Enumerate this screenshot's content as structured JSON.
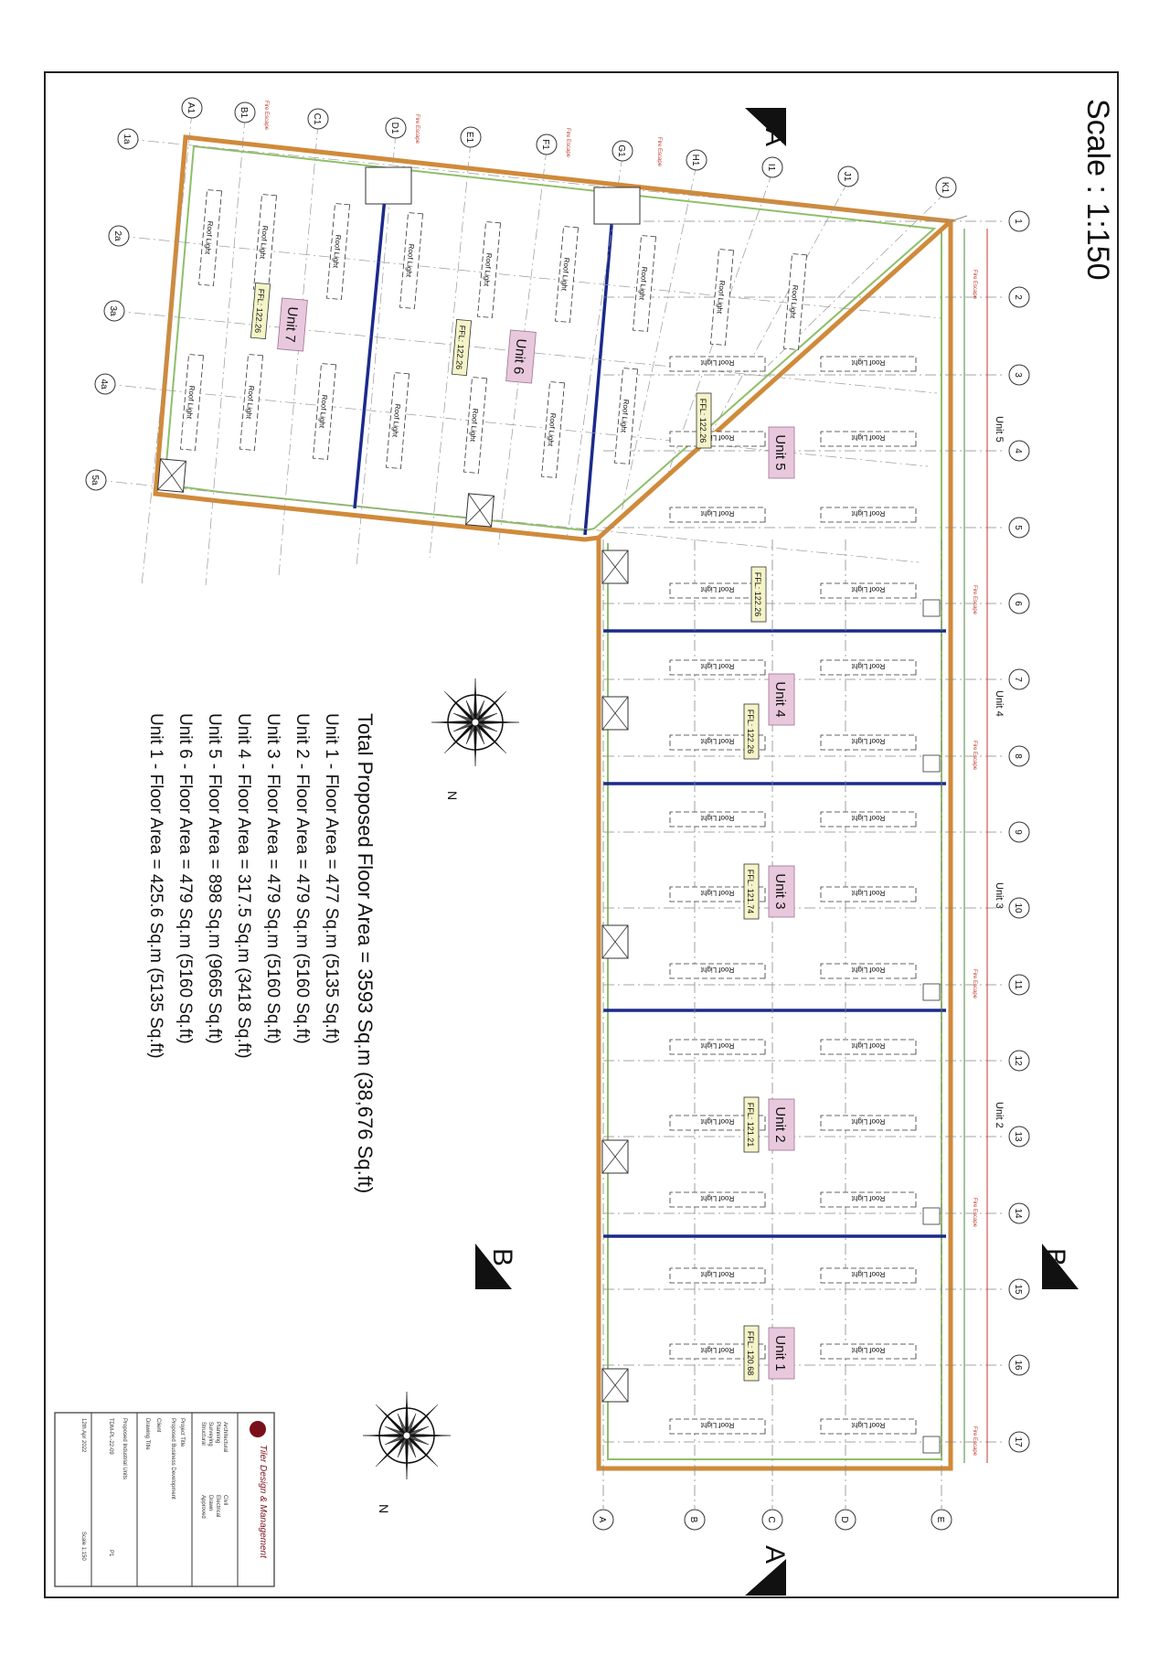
{
  "scale": "Scale : 1:150",
  "total_area": "Total Proposed Floor Area = 3593 Sq.m (38,676 Sq.ft)",
  "unit_areas": [
    "Unit 1 - Floor Area = 477 Sq.m (5135 Sq.ft)",
    "Unit 2 - Floor Area = 479 Sq.m (5160 Sq.ft)",
    "Unit 3 - Floor Area = 479 Sq.m (5160 Sq.ft)",
    "Unit 4 - Floor Area = 317.5 Sq.m (3418 Sq.ft)",
    "Unit 5 - Floor Area = 898 Sq.m (9665 Sq.ft)",
    "Unit 6 - Floor Area = 479 Sq.m (5160 Sq.ft)",
    "Unit 1 - Floor Area = 425.6 Sq.m (5135 Sq.ft)"
  ],
  "section_marks": [
    "A",
    "A",
    "B",
    "B"
  ],
  "grid_numbers": [
    "1",
    "2",
    "3",
    "4",
    "5",
    "6",
    "7",
    "8",
    "9",
    "10",
    "11",
    "12",
    "13",
    "14",
    "15",
    "16",
    "17"
  ],
  "grid_letters_main": [
    "A",
    "B",
    "C",
    "D",
    "E"
  ],
  "grid_letters_wing": [
    "A1",
    "B1",
    "C1",
    "D1",
    "E1",
    "F1",
    "G1",
    "H1",
    "I1",
    "J1",
    "K1"
  ],
  "grid_wing_numbers": [
    "1a",
    "2a",
    "3a",
    "4a",
    "5a"
  ],
  "unit_labels": [
    "Unit 1",
    "Unit 2",
    "Unit 3",
    "Unit 4",
    "Unit 5",
    "Unit 6",
    "Unit 7"
  ],
  "ffl_labels": [
    "FFL: 120.68",
    "FFL: 121.21",
    "FFL: 121.74",
    "FFL: 122.26",
    "FFL: 122.26",
    "FFL: 122.26",
    "FFL: 122.26"
  ],
  "dimension_unit_labels": [
    "Unit 5",
    "Unit 4",
    "Unit 3",
    "Unit 2"
  ],
  "roof_light": "Roof Light",
  "fire_escape": "Fire Escape",
  "title_block": {
    "company": "Tiler Design & Management",
    "rows": [
      "Architectural",
      "Planning",
      "Surveying",
      "Structural",
      "Civil",
      "Electrical",
      "Drawn",
      "Approved"
    ],
    "project_label": "Project Title",
    "project": "Proposed Business Development",
    "client": "Client",
    "drawing_title": "Drawing Title",
    "drawing": "Proposed Industrial Units",
    "drawing_no": "TDM-PL-22-09",
    "rev": "P1",
    "date": "12th Apr 2022",
    "scale": "Scale 1:150"
  },
  "colors": {
    "unit_label_fill": "#e8c8dc",
    "ffl_fill": "#f4f4c8",
    "wall_outer": "#d08a3a",
    "wall_inner": "#8fbf6a",
    "divider": "#1b2a8a",
    "grid": "#777777",
    "dim": "#c0392b"
  }
}
